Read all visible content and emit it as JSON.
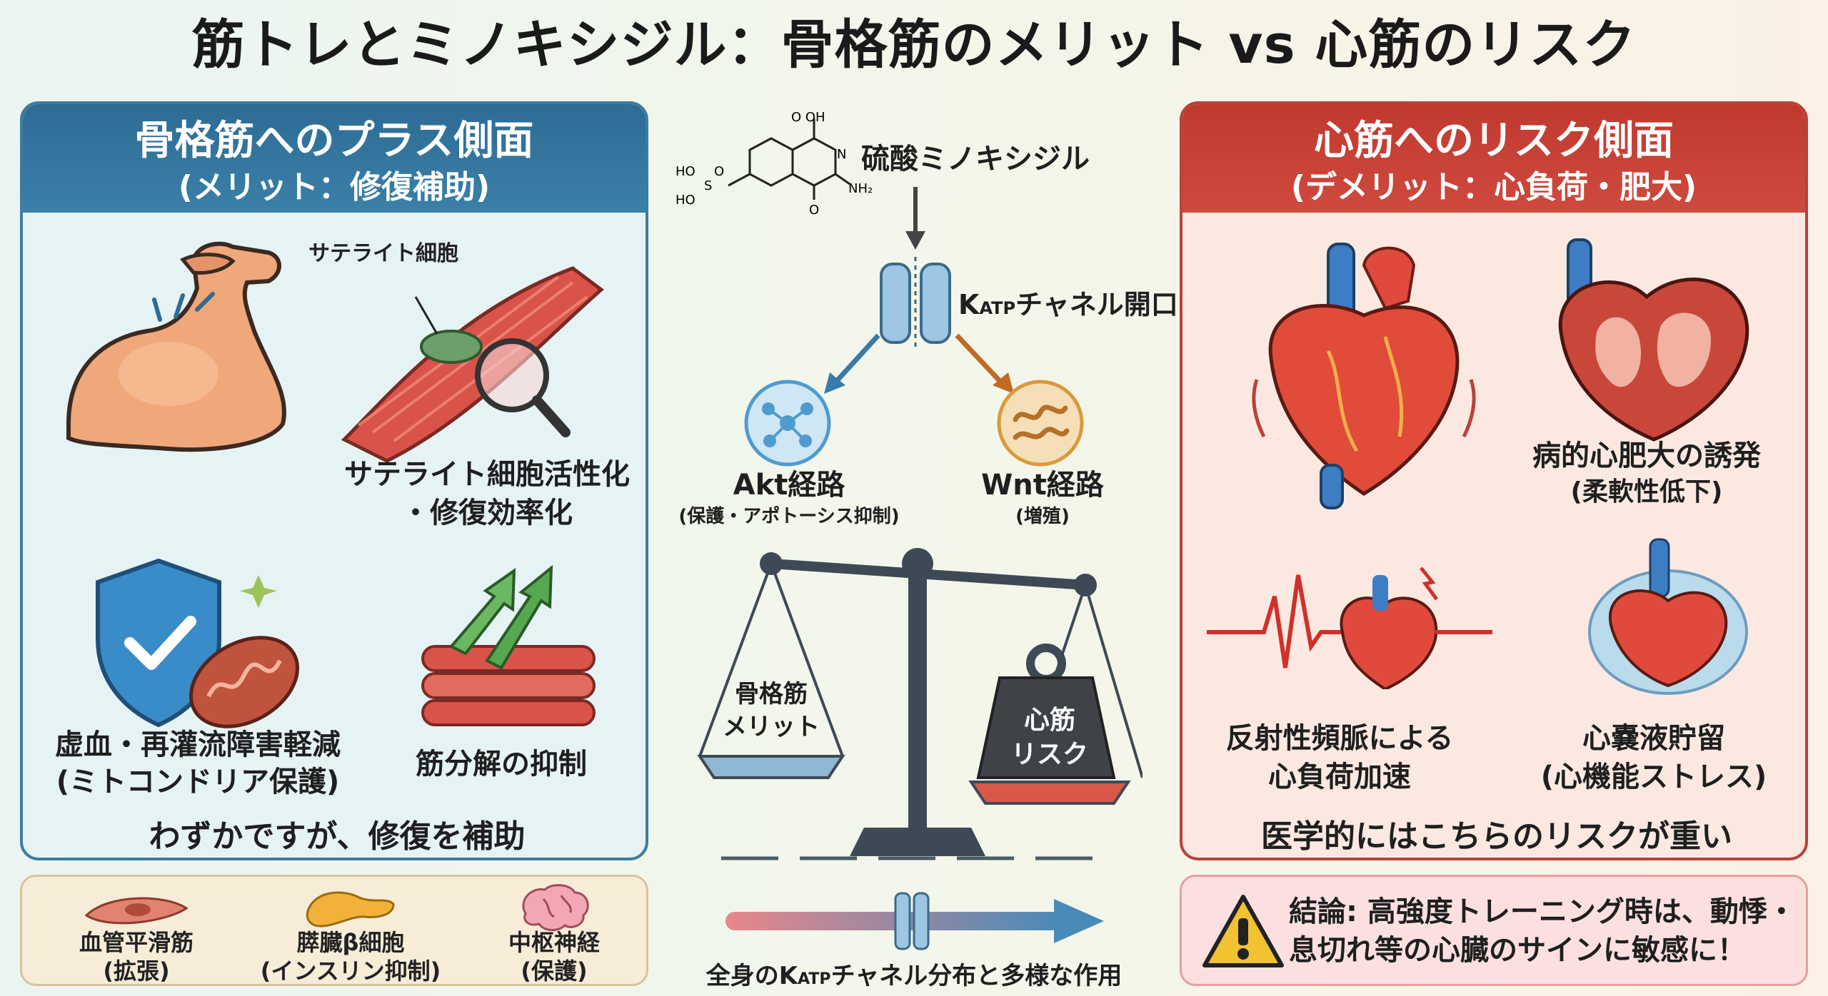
{
  "title": "筋トレとミノキシジル：骨格筋のメリット vs 心筋のリスク",
  "left_panel": {
    "heading": "骨格筋へのプラス側面",
    "subheading": "(メリット：修復補助)",
    "satellite_callout": "サテライト細胞",
    "item1_line1": "サテライト細胞活性化",
    "item1_line2": "・修復効率化",
    "item2_line1": "虚血・再灌流障害軽減",
    "item2_line2": "(ミトコンドリア保護)",
    "item3": "筋分解の抑制",
    "summary": "わずかですが、修復を補助"
  },
  "center": {
    "drug": "硫酸ミノキシジル",
    "channel": "KATPチャネル開口",
    "channel_k": "K",
    "channel_sub": "ATP",
    "channel_rest": "チャネル開口",
    "akt_title": "Akt経路",
    "akt_sub": "(保護・アポトーシス抑制)",
    "wnt_title": "Wnt経路",
    "wnt_sub": "(増殖)",
    "left_pan_line1": "骨格筋",
    "left_pan_line2": "メリット",
    "weight_line1": "心筋",
    "weight_line2": "リスク",
    "distribution_k": "全身のK",
    "distribution_sub": "ATP",
    "distribution_rest": "チャネル分布と多様な作用",
    "molecule_labels": {
      "cooh": "O    OH",
      "n": "N",
      "nh2": "NH₂",
      "o": "O",
      "ho1": "HO",
      "ho2": "HO",
      "s": "S",
      "o2": "O"
    }
  },
  "right_panel": {
    "heading": "心筋へのリスク側面",
    "subheading": "(デメリット：心負荷・肥大)",
    "item1_line1": "病的心肥大の誘発",
    "item1_line2": "(柔軟性低下)",
    "item2_line1": "反射性頻脈による",
    "item2_line2": "心負荷加速",
    "item3_line1": "心嚢液貯留",
    "item3_line2": "(心機能ストレス)",
    "summary": "医学的にはこちらのリスクが重い"
  },
  "bottom_left": {
    "a_line1": "血管平滑筋",
    "a_line2": "(拡張)",
    "b_line1": "膵臓β細胞",
    "b_line2": "(インスリン抑制)",
    "c_line1": "中枢神経",
    "c_line2": "(保護)"
  },
  "bottom_right": {
    "line1": "結論: 高強度トレーニング時は、動悸・",
    "line2": "息切れ等の心臓のサインに敏感に！"
  },
  "colors": {
    "left_accent": "#3c7ca0",
    "right_accent": "#b7423a",
    "akt": "#4f9bd0",
    "wnt": "#d99a3a"
  }
}
